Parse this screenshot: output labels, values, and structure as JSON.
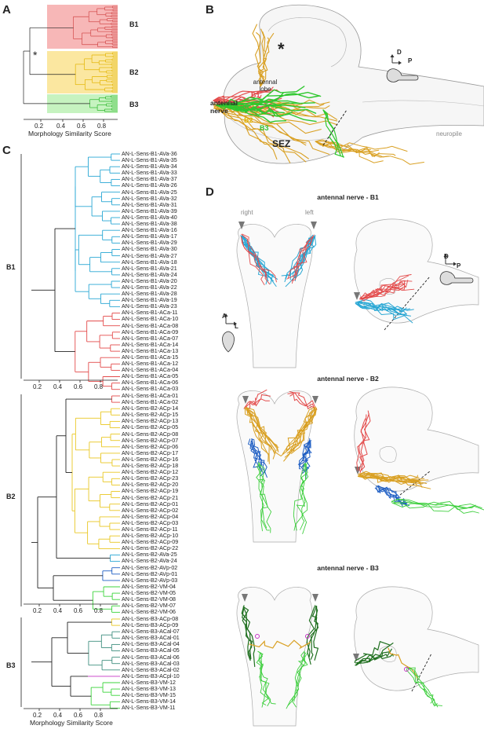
{
  "panels": {
    "a": "A",
    "b": "B",
    "c": "C",
    "d": "D"
  },
  "panel_a": {
    "groups": [
      "B1",
      "B2",
      "B3"
    ],
    "asterisk": "*",
    "ticks": [
      "0.2",
      "0.4",
      "0.6",
      "0.8"
    ],
    "xlabel": "Morphology Similarity Score"
  },
  "panel_b": {
    "asterisk": "*",
    "compass_d": "D",
    "compass_p": "P",
    "antennal_lobe": "antennal lobe",
    "antennal_nerve": "antennal nerve",
    "b1": "B1",
    "b2": "B2",
    "b3": "B3",
    "sez": "SEZ",
    "neuropile": "neuropile"
  },
  "panel_c": {
    "groups": [
      "B1",
      "B2",
      "B3"
    ],
    "ticks": [
      "0.2",
      "0.4",
      "0.6",
      "0.8"
    ],
    "xlabel": "Morphology Similarity Score",
    "b1_leaves": [
      "AN-L-Sens-B1-AVa-36",
      "AN-L-Sens-B1-AVa-35",
      "AN-L-Sens-B1-AVa-34",
      "AN-L-Sens-B1-AVa-33",
      "AN-L-Sens-B1-AVa-37",
      "AN-L-Sens-B1-AVa-26",
      "AN-L-Sens-B1-AVa-25",
      "AN-L-Sens-B1-AVa-32",
      "AN-L-Sens-B1-AVa-31",
      "AN-L-Sens-B1-AVa-39",
      "AN-L-Sens-B1-AVa-40",
      "AN-L-Sens-B1-AVa-38",
      "AN-L-Sens-B1-AVa-16",
      "AN-L-Sens-B1-AVa-17",
      "AN-L-Sens-B1-AVa-29",
      "AN-L-Sens-B1-AVa-30",
      "AN-L-Sens-B1-AVa-27",
      "AN-L-Sens-B1-AVa-18",
      "AN-L-Sens-B1-AVa-21",
      "AN-L-Sens-B1-AVa-24",
      "AN-L-Sens-B1-AVa-20",
      "AN-L-Sens-B1-AVa-22",
      "AN-L-Sens-B1-AVa-28",
      "AN-L-Sens-B1-AVa-19",
      "AN-L-Sens-B1-AVa-23",
      "AN-L-Sens-B1-ACa-11",
      "AN-L-Sens-B1-ACa-10",
      "AN-L-Sens-B1-ACa-08",
      "AN-L-Sens-B1-ACa-09",
      "AN-L-Sens-B1-ACa-07",
      "AN-L-Sens-B1-ACa-14",
      "AN-L-Sens-B1-ACa-13",
      "AN-L-Sens-B1-ACa-15",
      "AN-L-Sens-B1-ACa-12",
      "AN-L-Sens-B1-ACa-04",
      "AN-L-Sens-B1-ACa-05",
      "AN-L-Sens-B1-ACa-06",
      "AN-L-Sens-B1-ACa-03"
    ],
    "b2_leaves": [
      "AN-L-Sens-B1-ACa-01",
      "AN-L-Sens-B1-ACa-02",
      "AN-L-Sens-B2-ACp-14",
      "AN-L-Sens-B2-ACp-15",
      "AN-L-Sens-B2-ACp-13",
      "AN-L-Sens-B2-ACp-05",
      "AN-L-Sens-B2-ACp-08",
      "AN-L-Sens-B2-ACp-07",
      "AN-L-Sens-B2-ACp-06",
      "AN-L-Sens-B2-ACp-17",
      "AN-L-Sens-B2-ACp-16",
      "AN-L-Sens-B2-ACp-18",
      "AN-L-Sens-B2-ACp-12",
      "AN-L-Sens-B2-ACp-23",
      "AN-L-Sens-B2-ACp-20",
      "AN-L-Sens-B2-ACp-19",
      "AN-L-Sens-B2-ACp-21",
      "AN-L-Sens-B2-ACp-01",
      "AN-L-Sens-B2-ACp-02",
      "AN-L-Sens-B2-ACp-04",
      "AN-L-Sens-B2-ACp-03",
      "AN-L-Sens-B2-ACp-11",
      "AN-L-Sens-B2-ACp-10",
      "AN-L-Sens-B2-ACp-09",
      "AN-L-Sens-B2-ACp-22",
      "AN-L-Sens-B2-AVa-25",
      "AN-L-Sens-B2-AVa-24",
      "AN-L-Sens-B2-AVp-02",
      "AN-L-Sens-B2-AVp-01",
      "AN-L-Sens-B2-AVp-03",
      "AN-L-Sens-B2-VM-04",
      "AN-L-Sens-B2-VM-05",
      "AN-L-Sens-B2-VM-08",
      "AN-L-Sens-B2-VM-07",
      "AN-L-Sens-B2-VM-06"
    ],
    "b3_leaves": [
      "AN-L-Sens-B3-ACp-08",
      "AN-L-Sens-B3-ACp-09",
      "AN-L-Sens-B3-ACal-07",
      "AN-L-Sens-B3-ACal-01",
      "AN-L-Sens-B3-ACal-04",
      "AN-L-Sens-B3-ACal-05",
      "AN-L-Sens-B3-ACal-06",
      "AN-L-Sens-B3-ACal-03",
      "AN-L-Sens-B3-ACal-02",
      "AN-L-Sens-B3-ACpl-10",
      "AN-L-Sens-B3-VM-12",
      "AN-L-Sens-B3-VM-13",
      "AN-L-Sens-B3-VM-15",
      "AN-L-Sens-B3-VM-14",
      "AN-L-Sens-B3-VM-11"
    ]
  },
  "panel_d": {
    "title1": "antennal nerve - B1",
    "title2": "antennal nerve - B2",
    "title3": "antennal nerve - B3",
    "right": "right",
    "left": "left",
    "compass_a": "A",
    "compass_l": "L",
    "compass_d": "D",
    "compass_p": "P"
  },
  "colors": {
    "b1_red": "#e34a4a",
    "b2_yellow": "#f2d33a",
    "b3_green": "#3cd43c",
    "cyan": "#29a7d4",
    "gold": "#d9a023",
    "blue": "#1f5fc4",
    "teal": "#3f8f7f",
    "magenta": "#c433c4"
  }
}
